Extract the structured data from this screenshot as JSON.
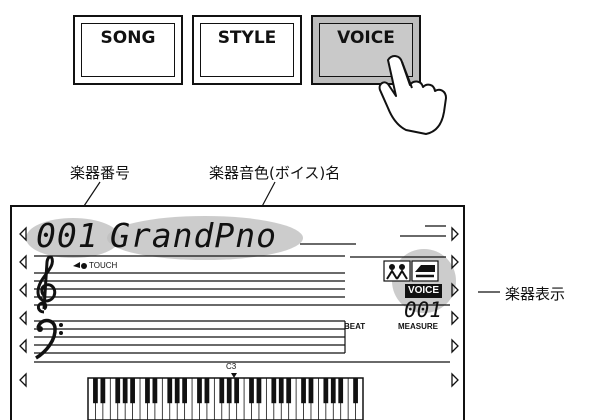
{
  "buttons": [
    {
      "label": "SONG",
      "active": false
    },
    {
      "label": "STYLE",
      "active": false
    },
    {
      "label": "VOICE",
      "active": true
    }
  ],
  "callouts": {
    "voice_number": "楽器番号",
    "voice_name": "楽器音色(ボイス)名",
    "voice_indicator": "楽器表示"
  },
  "display": {
    "voice_number": "001",
    "voice_name": "GrandPno",
    "touch": "TOUCH",
    "mode_indicator": "VOICE",
    "measure_value": "001",
    "beat_label": "BEAT",
    "measure_label": "MEASURE",
    "keyboard_label": "C3"
  },
  "icons": {
    "hand": "pointing-hand-icon",
    "treble": "treble-clef-icon",
    "bass": "bass-clef-icon",
    "piano": "piano-icon",
    "people": "people-icon",
    "touch": "touch-icon",
    "arrow": "arrow-marker-icon"
  },
  "highlight_color": "#b8b8b8"
}
